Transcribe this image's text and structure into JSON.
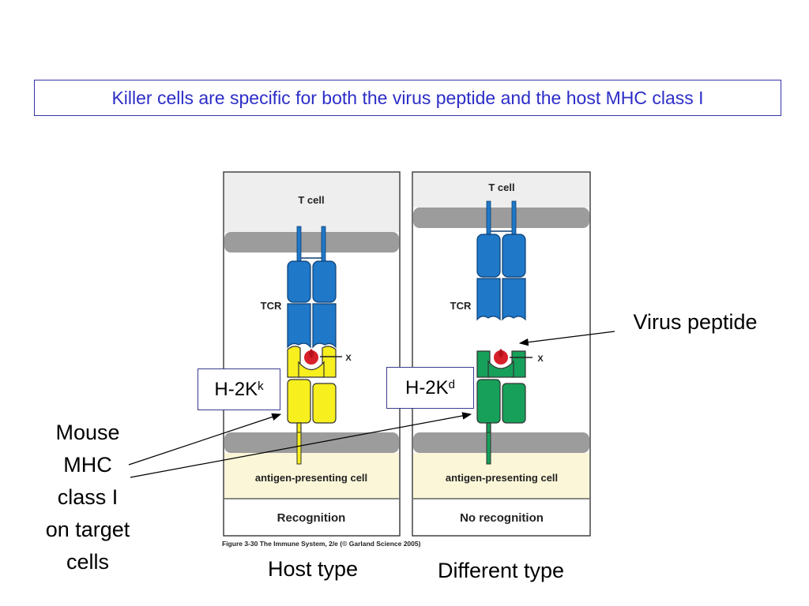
{
  "title": "Killer cells are specific for both the virus peptide and the host MHC class I",
  "panels": {
    "left": {
      "cell_label": "T  cell",
      "receptor_label": "TCR",
      "apc_label": "antigen-presenting cell",
      "outcome": "Recognition",
      "peptide_mark": "X"
    },
    "right": {
      "cell_label": "T  cell",
      "receptor_label": "TCR",
      "apc_label": "antigen-presenting cell",
      "outcome": "No recognition",
      "peptide_mark": "X"
    }
  },
  "figure_caption": "Figure 3-30  The Immune System, 2/e (© Garland Science 2005)",
  "labels": {
    "h2kk_base": "H-2K",
    "h2kk_sup": "k",
    "h2kd_base": "H-2K",
    "h2kd_sup": "d",
    "virus_peptide": "Virus peptide",
    "mhc_line1": "Mouse",
    "mhc_line2": "MHC",
    "mhc_line3": "class I",
    "mhc_line4": "on target",
    "mhc_line5": "cells",
    "host_type": "Host type",
    "different_type": "Different type"
  },
  "colors": {
    "tcr_blue": "#1f78c8",
    "mhc_host_yellow": "#f7ef1e",
    "mhc_diff_green": "#16a05a",
    "peptide_red": "#d8202a",
    "membrane_gray": "#9c9c9c",
    "apc_fill": "#fbf6d8",
    "title_blue": "#2d2dc8"
  }
}
